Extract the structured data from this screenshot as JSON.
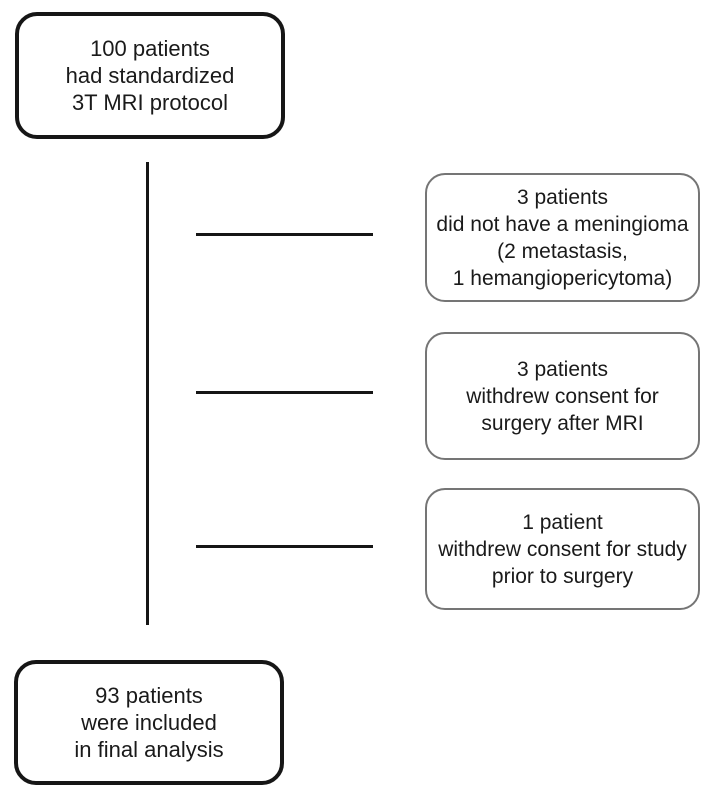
{
  "diagram": {
    "type": "patient-flow-diagram",
    "colors": {
      "background": "#ffffff",
      "text": "#1a1a1a",
      "main_box_border": "#161616",
      "side_box_border": "#757575",
      "connector": "#161616"
    },
    "top_box": {
      "lines": [
        "100 patients",
        "had standardized",
        "3T MRI protocol"
      ]
    },
    "side_boxes": [
      {
        "lines": [
          "3 patients",
          "did not have a meningioma",
          "(2 metastasis,",
          "1 hemangiopericytoma)"
        ]
      },
      {
        "lines": [
          "3 patients",
          "withdrew consent for",
          "surgery after MRI"
        ]
      },
      {
        "lines": [
          "1 patient",
          "withdrew consent for study",
          "prior to surgery"
        ]
      }
    ],
    "bottom_box": {
      "lines": [
        "93 patients",
        "were included",
        "in final analysis"
      ]
    }
  }
}
